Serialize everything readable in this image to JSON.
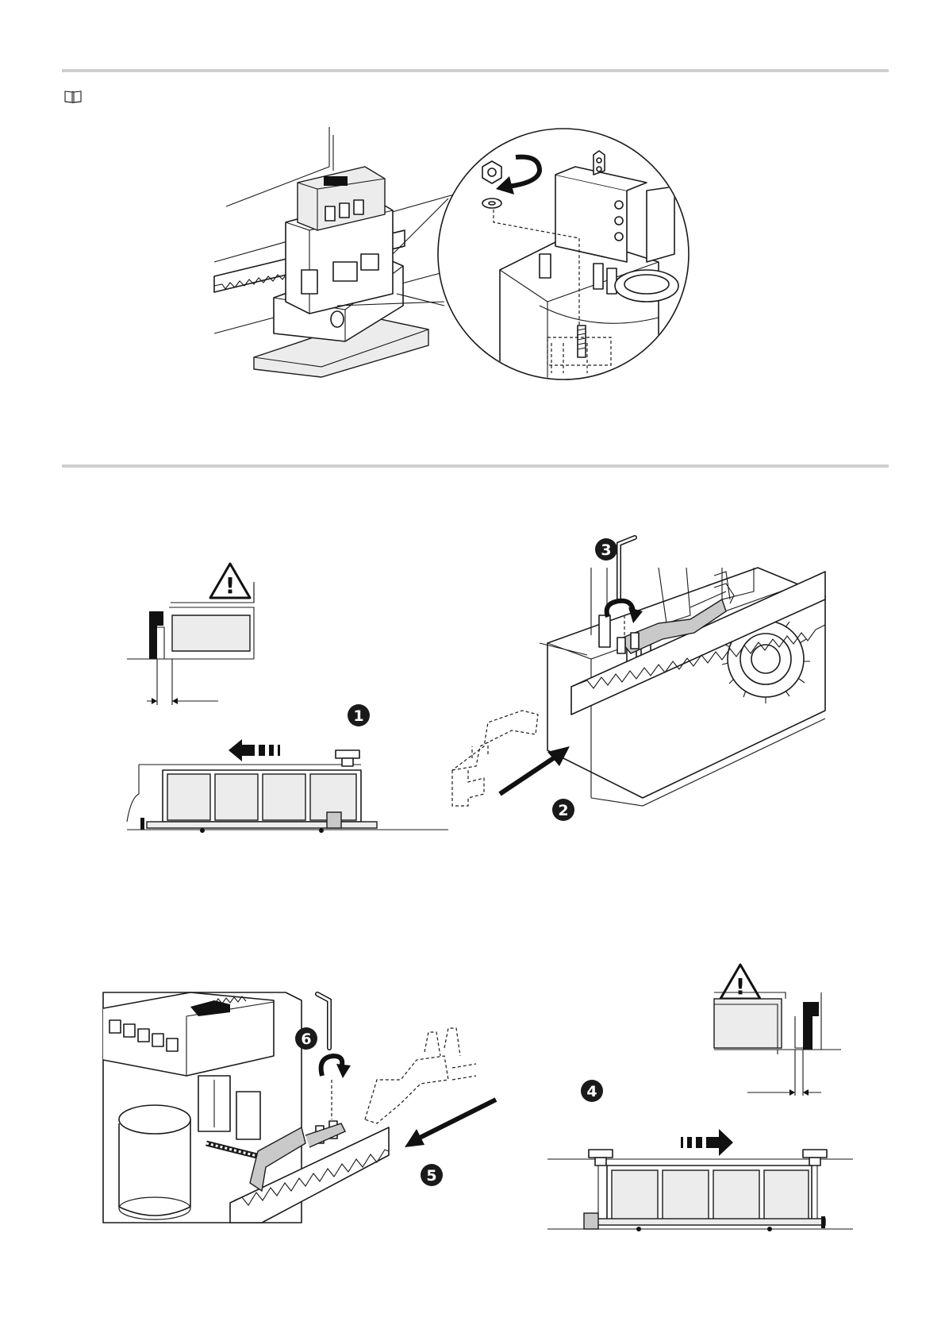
{
  "icons": {
    "manual": "book-icon",
    "warning": "warning-triangle-icon",
    "rotate": "rotate-arrow-icon",
    "direction": "direction-arrow-icon",
    "key": "hex-key-icon"
  },
  "steps": {
    "s1": "1",
    "s2": "2",
    "s3": "3",
    "s4": "4",
    "s5": "5",
    "s6": "6"
  },
  "warning_symbol": "!",
  "colors": {
    "rule": "#cfcfcf",
    "ink": "#1a1a1a",
    "gray_fill": "#c9c9c9"
  }
}
